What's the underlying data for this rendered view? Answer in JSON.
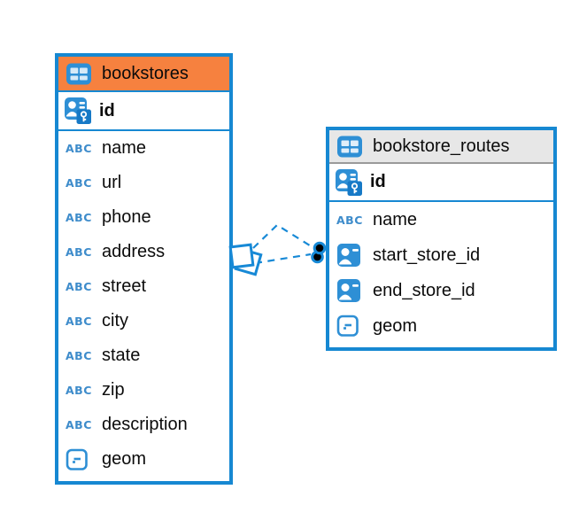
{
  "canvas": {
    "background": "#FFFFFF"
  },
  "colors": {
    "entity_border": "#1688D2",
    "bookstores_header_bg": "#F6813F",
    "routes_header_bg": "#E7E7E7",
    "icon_blue": "#2E8FD5",
    "relation_line": "#1789D6"
  },
  "icons": {
    "text_type_glyph": "ABC"
  },
  "tables": [
    {
      "name": "bookstores",
      "columns": [
        {
          "name": "id",
          "type": "primary-key"
        },
        {
          "name": "name",
          "type": "text"
        },
        {
          "name": "url",
          "type": "text"
        },
        {
          "name": "phone",
          "type": "text"
        },
        {
          "name": "address",
          "type": "text"
        },
        {
          "name": "street",
          "type": "text"
        },
        {
          "name": "city",
          "type": "text"
        },
        {
          "name": "state",
          "type": "text"
        },
        {
          "name": "zip",
          "type": "text"
        },
        {
          "name": "description",
          "type": "text"
        },
        {
          "name": "geom",
          "type": "geometry"
        }
      ]
    },
    {
      "name": "bookstore_routes",
      "columns": [
        {
          "name": "id",
          "type": "primary-key"
        },
        {
          "name": "name",
          "type": "text"
        },
        {
          "name": "start_store_id",
          "type": "foreign-key"
        },
        {
          "name": "end_store_id",
          "type": "foreign-key"
        },
        {
          "name": "geom",
          "type": "geometry"
        }
      ]
    }
  ],
  "relations": [
    {
      "from": "bookstores",
      "to": "bookstore_routes",
      "style": "dashed"
    },
    {
      "from": "bookstores",
      "to": "bookstore_routes",
      "style": "dashed"
    }
  ]
}
